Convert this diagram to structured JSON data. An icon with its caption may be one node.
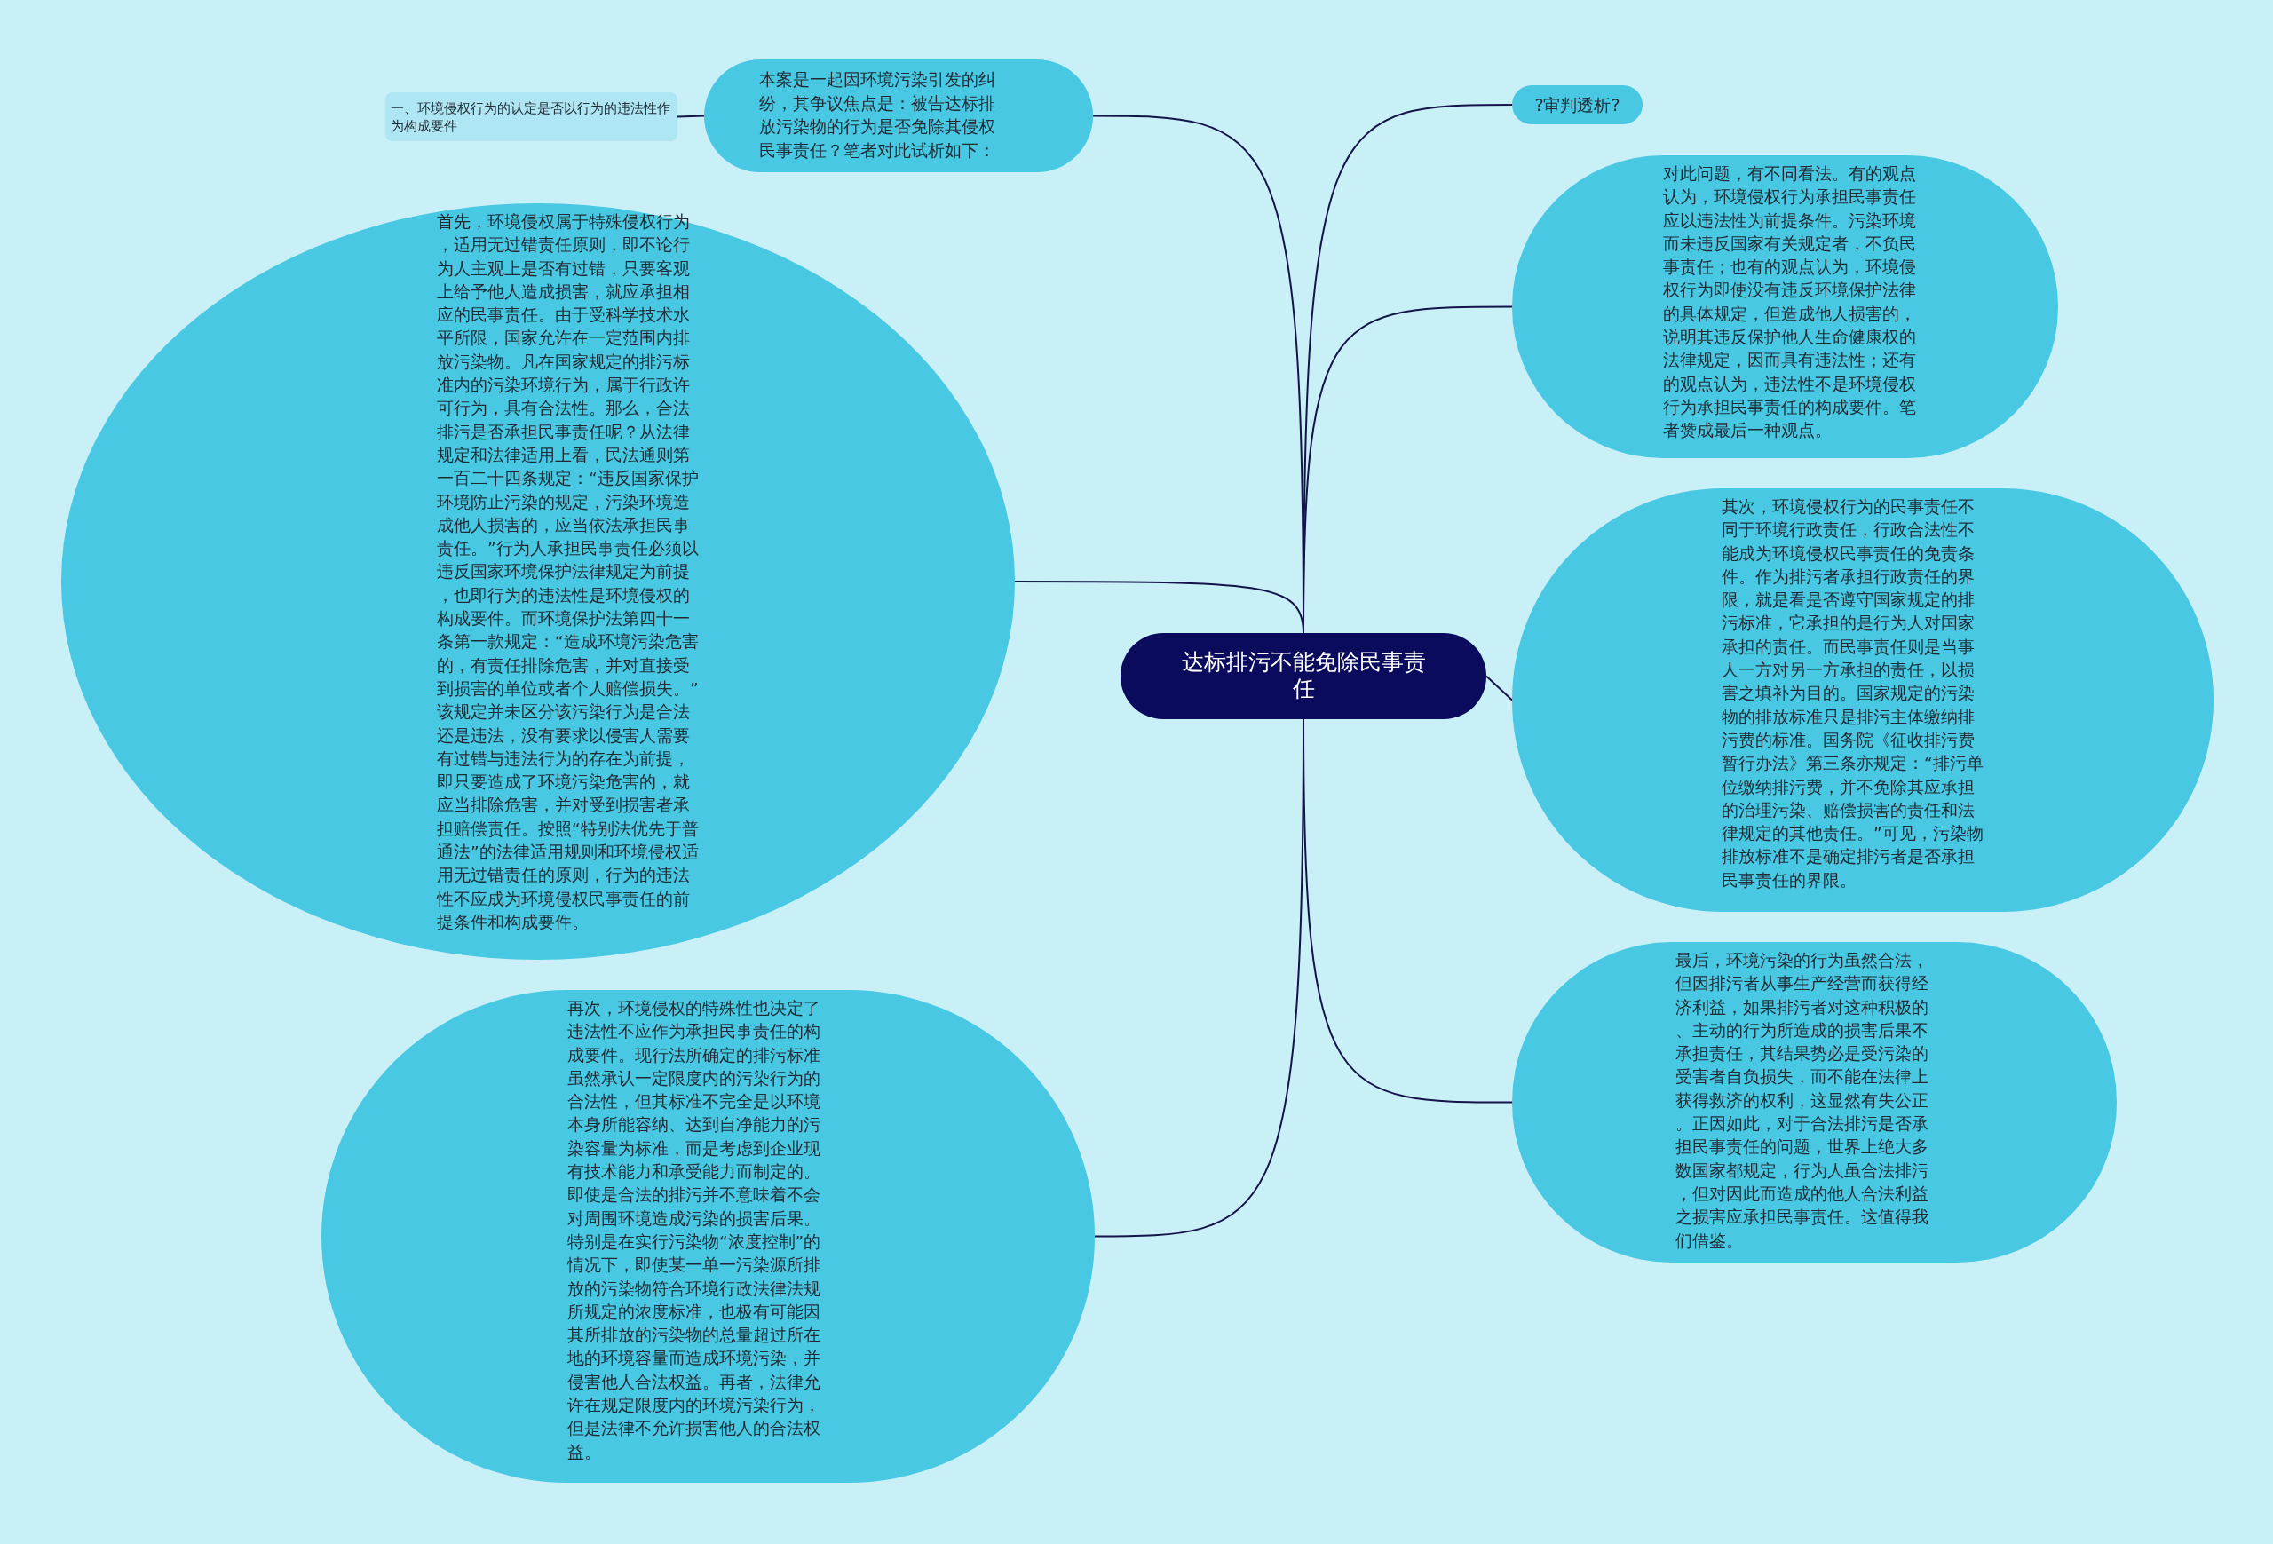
{
  "diagram": {
    "nodes": [
      {
        "text": [
          "达标排污不能免除民事责任"
        ]
      },
      {
        "text": [
          "本案是一起因环境污染引发的纠纷，其争议焦点是：被告达标排放污染物的行为是否免除其侵权民事责任？笔者对此试析如下："
        ]
      },
      {
        "text": [
          "一、环境侵权行为的认定是否以行为的违法性作为构成要件"
        ]
      },
      {
        "text": [
          "首先，环境侵权属于特殊侵权行为，适用无过错责任原则，即不论行为人主观上是否有过错，只要客观上给予他人造成损害，就应承担相应的民事责任。由于受科学技术水平所限，国家允许在一定范围内排放污染物。凡在国家规定的排污标准内的污染环境行为，属于行政许可行为，具有合法性。那么，合法排污是否承担民事责任呢？从法律规定和法律适用上看，民法通则第一百二十四条规定：“违反国家保护环境防止污染的规定，污染环境造成他人损害的，应当依法承担民事责任。”行为人承担民事责任必须以违反国家环境保护法律规定为前提，也即行为的违法性是环境侵权的构成要件。而环境保护法第四十一条第一款规定：“造成环境污染危害的，有责任排除危害，并对直接受到损害的单位或者个人赔偿损失。”该规定并未区分该污染行为是合法还是违法，没有要求以侵害人需要有过错与违法行为的存在为前提，即只要造成了环境污染危害的，就应当排除危害，并对受到损害者承担赔偿责任。按照“特别法优先于普通法”的法律适用规则和环境侵权适用无过错责任的原则，行为的违法性不应成为环境侵权民事责任的前提条件和构成要件。"
        ]
      },
      {
        "text": [
          "再次，环境侵权的特殊性也决定了违法性不应作为承担民事责任的构成要件。现行法所确定的排污标准虽然承认一定限度内的污染行为的合法性，但其标准不完全是以环境本身所能容纳、达到自净能力的污染容量为标准，而是考虑到企业现有技术能力和承受能力而制定的。即使是合法的排污并不意味着不会对周围环境造成污染的损害后果。特别是在实行污染物“浓度控制”的情况下，即使某一单一污染源所排放的污染物符合环境行政法律法规所规定的浓度标准，也极有可能因其所排放的污染物的总量超过所在地的环境容量而造成环境污染，并侵害他人合法权益。再者，法律允许在规定限度内的环境污染行为，但是法律不允许损害他人的合法权益。"
        ]
      },
      {
        "text": [
          "?审判透析?"
        ]
      },
      {
        "text": [
          "对此问题，有不同看法。有的观点认为，环境侵权行为承担民事责任应以违法性为前提条件。污染环境而未违反国家有关规定者，不负民事责任；也有的观点认为，环境侵权行为即使没有违反环境保护法律的具体规定，但造成他人损害的，说明其违反保护他人生命健康权的法律规定，因而具有违法性；还有的观点认为，违法性不是环境侵权行为承担民事责任的构成要件。笔者赞成最后一种观点。"
        ]
      },
      {
        "text": [
          "其次，环境侵权行为的民事责任不同于环境行政责任，行政合法性不能成为环境侵权民事责任的免责条件。作为排污者承担行政责任的界限，就是看是否遵守国家规定的排污标准，它承担的是行为人对国家承担的责任。而民事责任则是当事人一方对另一方承担的责任，以损害之填补为目的。国家规定的污染物的排放标准只是排污主体缴纳排污费的标准。国务院《征收排污费暂行办法》第三条亦规定：“排污单位缴纳排污费，并不免除其应承担的治理污染、赔偿损害的责任和法律规定的其他责任。”可见，污染物排放标准不是确定排污者是否承担民事责任的界限。"
        ]
      },
      {
        "text": [
          "最后，环境污染的行为虽然合法，但因排污者从事生产经营而获得经济利益，如果排污者对这种积极的、主动的行为所造成的损害后果不承担责任，其结果势必是受污染的受害者自负损失，而不能在法律上获得救济的权利，这显然有失公正。正因如此，对于合法排污是否承担民事责任的问题，世界上绝大多数国家都规定，行为人虽合法排污，但对因此而造成的他人合法利益之损害应承担民事责任。这值得我们借鉴。"
        ]
      }
    ],
    "edges": [
      {
        "from": 0,
        "to": 1,
        "arrow": "none"
      },
      {
        "from": 1,
        "to": 2,
        "arrow": "none"
      },
      {
        "from": 0,
        "to": 3,
        "arrow": "none"
      },
      {
        "from": 0,
        "to": 4,
        "arrow": "none"
      },
      {
        "from": 0,
        "to": 5,
        "arrow": "none"
      },
      {
        "from": 0,
        "to": 6,
        "arrow": "none"
      },
      {
        "from": 0,
        "to": 7,
        "arrow": "none"
      },
      {
        "from": 0,
        "to": 8,
        "arrow": "none"
      }
    ]
  }
}
